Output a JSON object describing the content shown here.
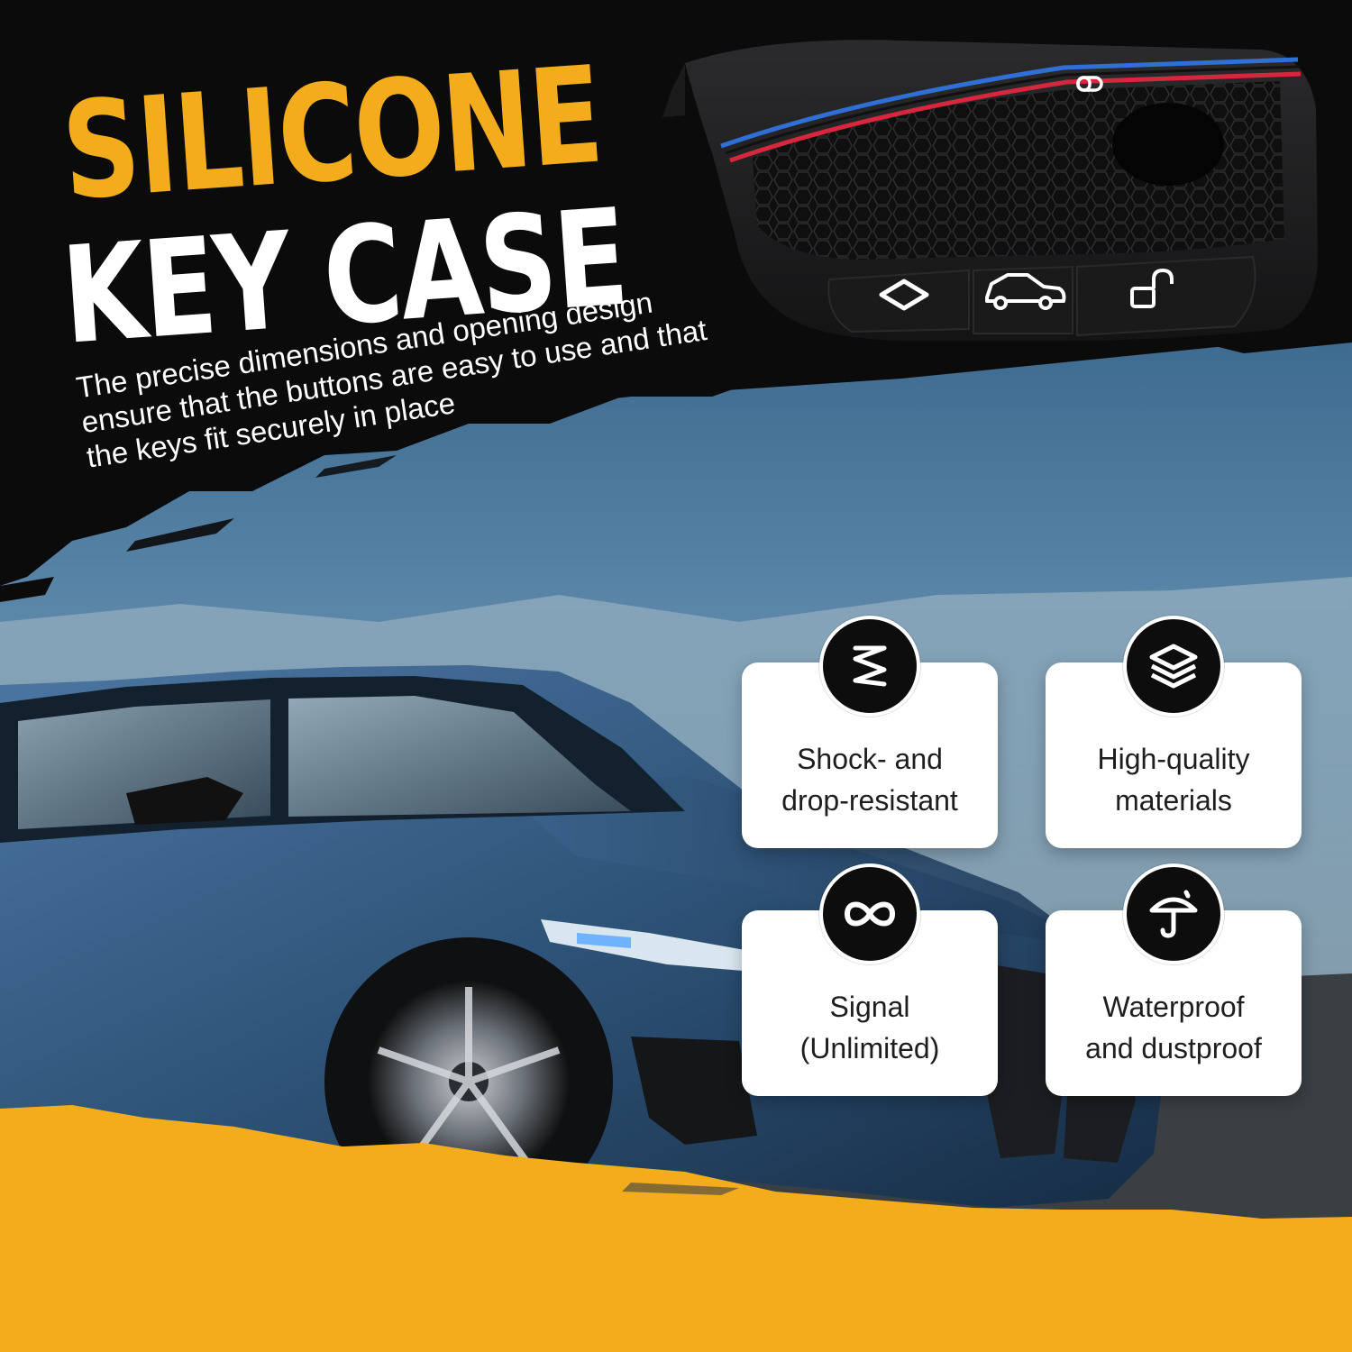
{
  "headline": {
    "line1": "SILICONE",
    "line2": "KEY CASE"
  },
  "tagline": {
    "lines": [
      "The precise dimensions and opening design",
      "ensure that the buttons are easy to use and that",
      "the keys fit securely in place"
    ]
  },
  "features": [
    {
      "icon": "spring-icon",
      "lines": [
        "Shock- and",
        "drop-resistant"
      ]
    },
    {
      "icon": "layers-icon",
      "lines": [
        "High-quality",
        "materials"
      ]
    },
    {
      "icon": "infinity-icon",
      "lines": [
        "Signal",
        "(Unlimited)"
      ]
    },
    {
      "icon": "umbrella-icon",
      "lines": [
        "Waterproof",
        "and dustproof"
      ]
    }
  ],
  "key_buttons": [
    "diamond-icon",
    "car-trunk-icon",
    "unlock-icon",
    "lock-icon"
  ],
  "colors": {
    "accent_yellow": "#f3ad1c",
    "dark": "#0b0b0c",
    "card": "#ffffff",
    "stripe_red": "#d7263d",
    "stripe_blue": "#2f6fd6",
    "car_blue": "#2f4f73"
  }
}
